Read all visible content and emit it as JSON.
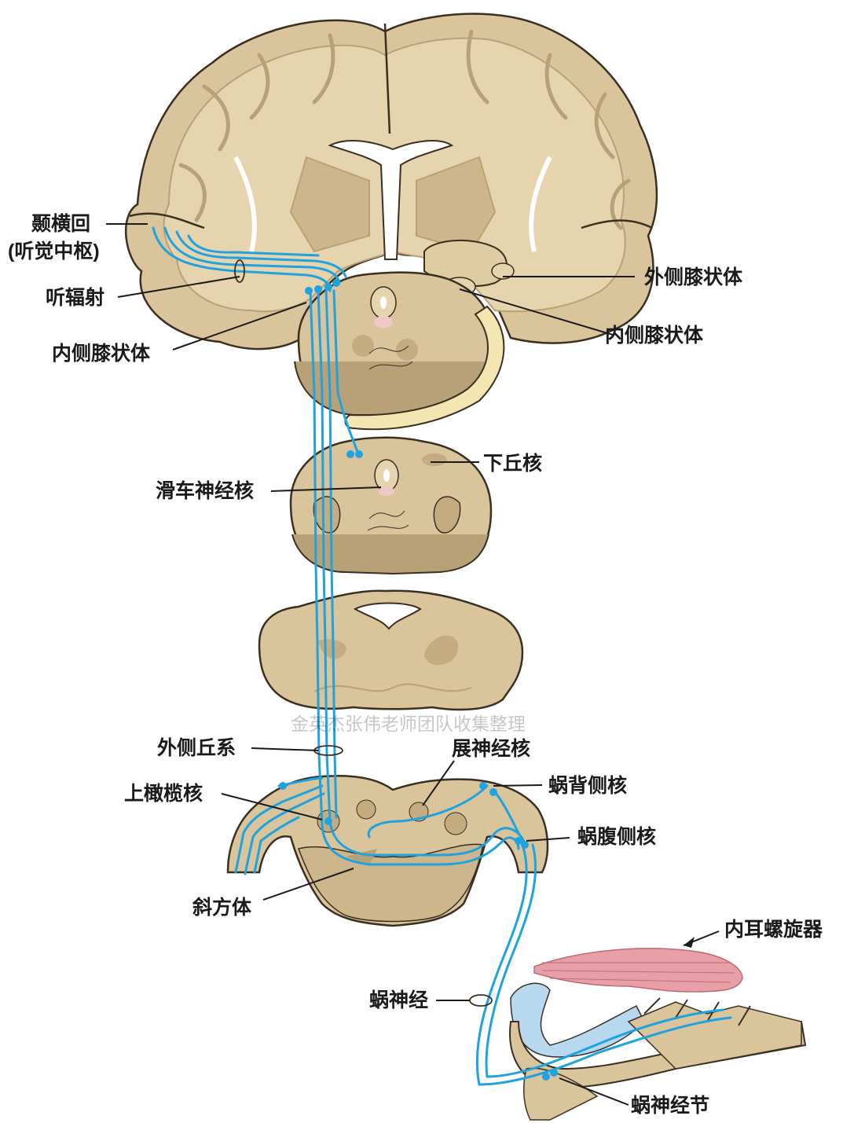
{
  "labels": {
    "heschl_gyrus": "颞横回",
    "auditory_cortex": "(听觉中枢)",
    "acoustic_radiation": "听辐射",
    "mgb_left": "内侧膝状体",
    "lgb": "外侧膝状体",
    "mgb_right": "内侧膝状体",
    "inferior_colliculus": "下丘核",
    "trochlear_nucleus": "滑车神经核",
    "lateral_lemniscus": "外侧丘系",
    "abducens_nucleus": "展神经核",
    "superior_olive": "上橄榄核",
    "dorsal_cochlear": "蜗背侧核",
    "ventral_cochlear": "蜗腹侧核",
    "trapezoid_body": "斜方体",
    "organ_of_corti": "内耳螺旋器",
    "cochlear_nerve": "蜗神经",
    "spiral_ganglion": "蜗神经节"
  },
  "watermark": "金英杰张伟老师团队收集整理",
  "colors": {
    "tissue": "#d9c49c",
    "tissue_dark": "#b8a176",
    "outline": "#3a2f20",
    "white_matter": "#ffffff",
    "pathway": "#1fa3e0",
    "optic_tract": "#f3e6b3",
    "corti": "#e8a0a8"
  }
}
